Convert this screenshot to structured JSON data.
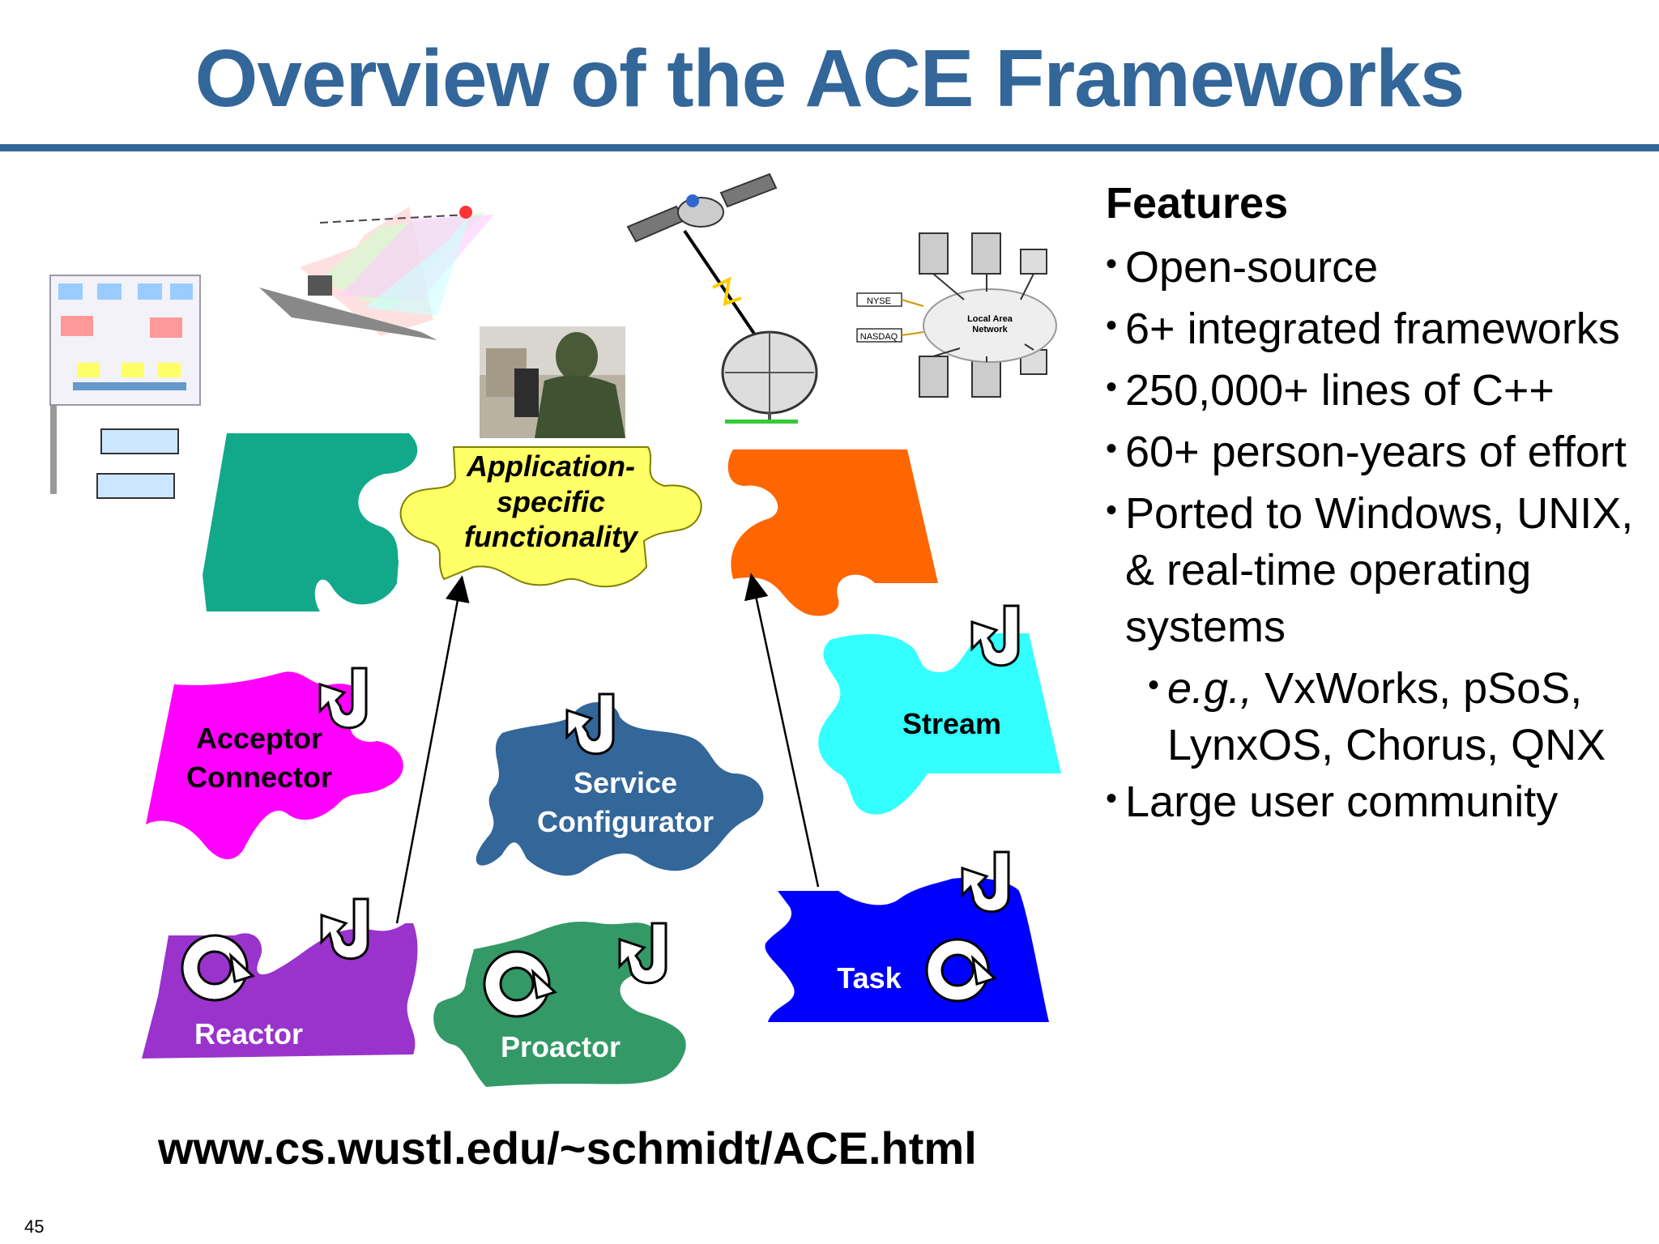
{
  "slide": {
    "title": "Overview of the ACE Frameworks",
    "page_number": "45",
    "url": "www.cs.wustl.edu/~schmidt/ACE.html"
  },
  "features": {
    "heading": "Features",
    "items": [
      {
        "text": "Open-source"
      },
      {
        "text": "6+ integrated frameworks"
      },
      {
        "text": "250,000+ lines of C++"
      },
      {
        "text": "60+ person-years of effort"
      },
      {
        "text": "Ported to Windows, UNIX, & real-time operating systems"
      }
    ],
    "sub_item": {
      "lead": "e.g.,",
      "rest": " VxWorks, pSoS, LynxOS, Chorus, QNX"
    },
    "last_item": "Large user community"
  },
  "diagram": {
    "app_piece": {
      "line1": "Application-",
      "line2": "specific",
      "line3": "functionality",
      "color": "#FFFF66"
    },
    "teal_piece_color": "#12A98A",
    "orange_piece_color": "#FF6600",
    "pieces": {
      "acceptor_connector": {
        "line1": "Acceptor",
        "line2": "Connector",
        "color": "#FF00FF"
      },
      "service_configurator": {
        "line1": "Service",
        "line2": "Configurator",
        "color": "#336699"
      },
      "stream": {
        "label": "Stream",
        "color": "#33FFFF"
      },
      "reactor": {
        "label": "Reactor",
        "color": "#9933CC"
      },
      "proactor": {
        "label": "Proactor",
        "color": "#339966"
      },
      "task": {
        "label": "Task",
        "color": "#0000FF"
      }
    },
    "network": {
      "nyse": "NYSE",
      "nasdaq": "NASDAQ",
      "lan_line1": "Local Area",
      "lan_line2": "Network"
    }
  },
  "colors": {
    "title": "#336699",
    "rule": "#336699",
    "text": "#000000"
  }
}
